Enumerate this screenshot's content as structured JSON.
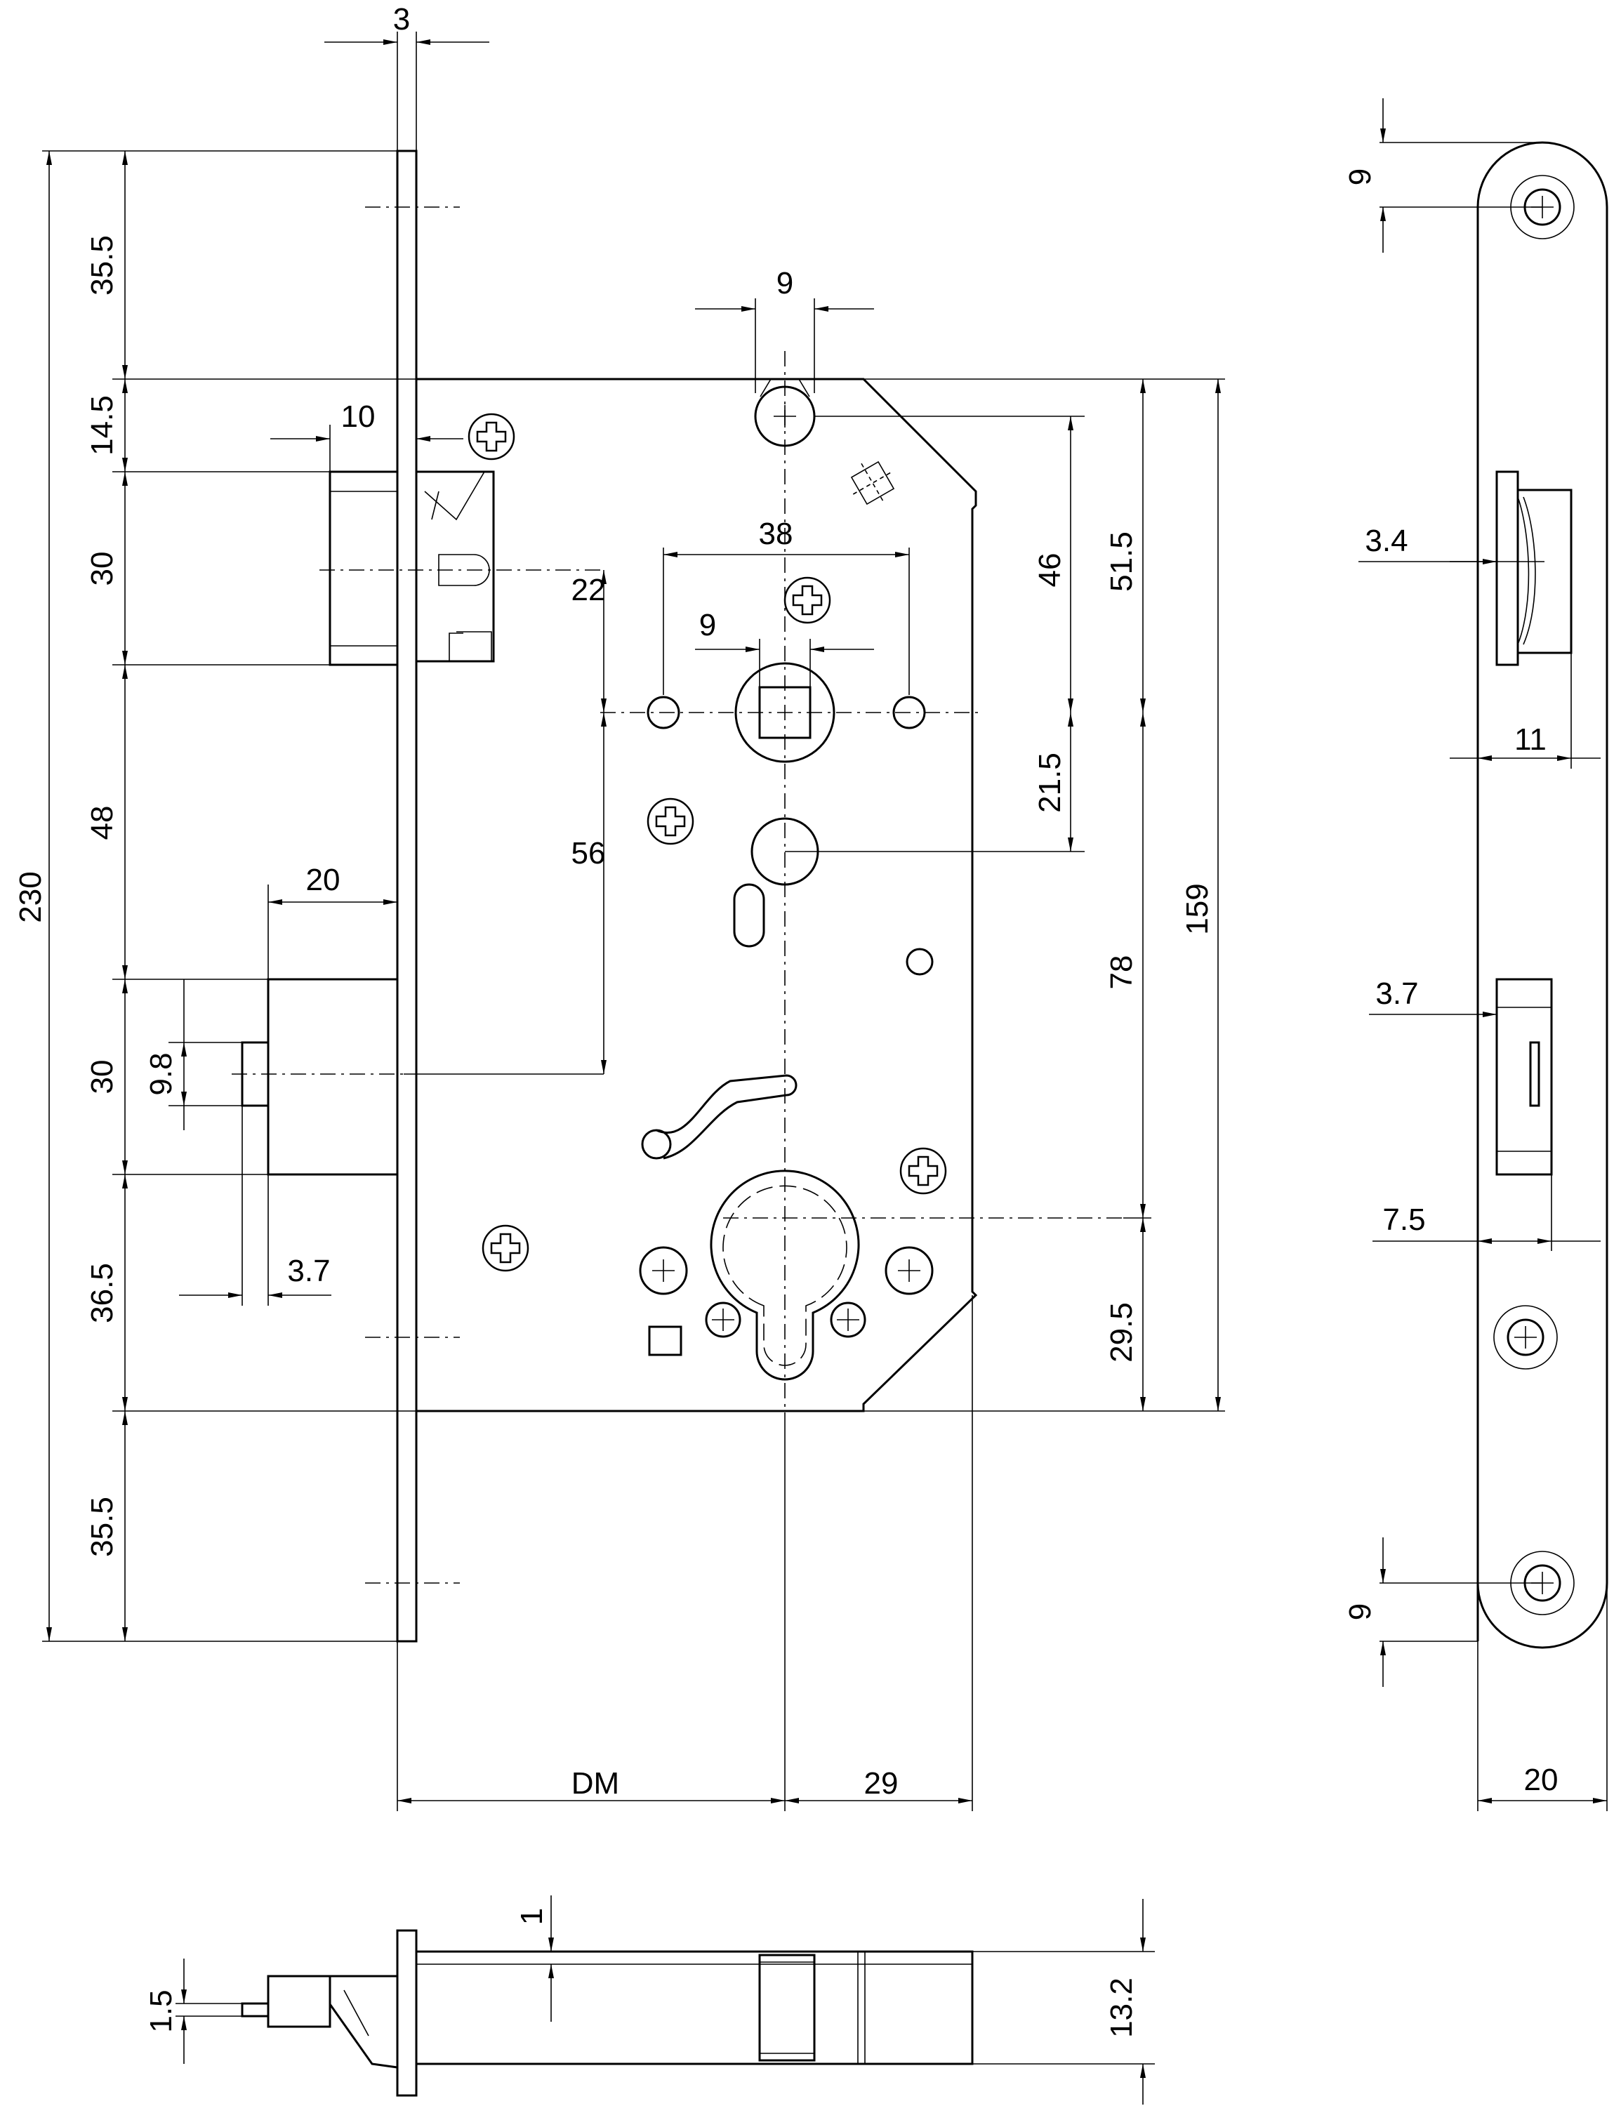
{
  "front": {
    "faceplate_thickness": "3",
    "heights_left": [
      "35.5",
      "14.5",
      "30",
      "48",
      "30",
      "36.5",
      "35.5"
    ],
    "total_height": "230",
    "latch_projection": "10",
    "deadbolt_projection": "20",
    "deadbolt_height": "9.8",
    "deadbolt_offset": "3.7",
    "spindle_hole_spacing": "38",
    "spindle_square": "9",
    "top_hole_width": "9",
    "latch_to_spindle": "22",
    "spindle_to_deadbolt": "56",
    "top_to_spindle": "46",
    "top_to_spindle_total": "51.5",
    "spindle_to_hole": "21.5",
    "spindle_to_cylinder": "78",
    "case_height": "159",
    "cylinder_to_bottom": "29.5",
    "backset": "DM",
    "case_depth_right": "29"
  },
  "side": {
    "screw_offset_top": "9",
    "screw_offset_bottom": "9",
    "latch_offset": "3.4",
    "latch_width": "11",
    "bolt_offset": "3.7",
    "bolt_width": "7.5",
    "faceplate_width": "20"
  },
  "bottom": {
    "faceplate_step": "1",
    "bolt_thickness": "1.5",
    "case_thickness": "13.2"
  }
}
